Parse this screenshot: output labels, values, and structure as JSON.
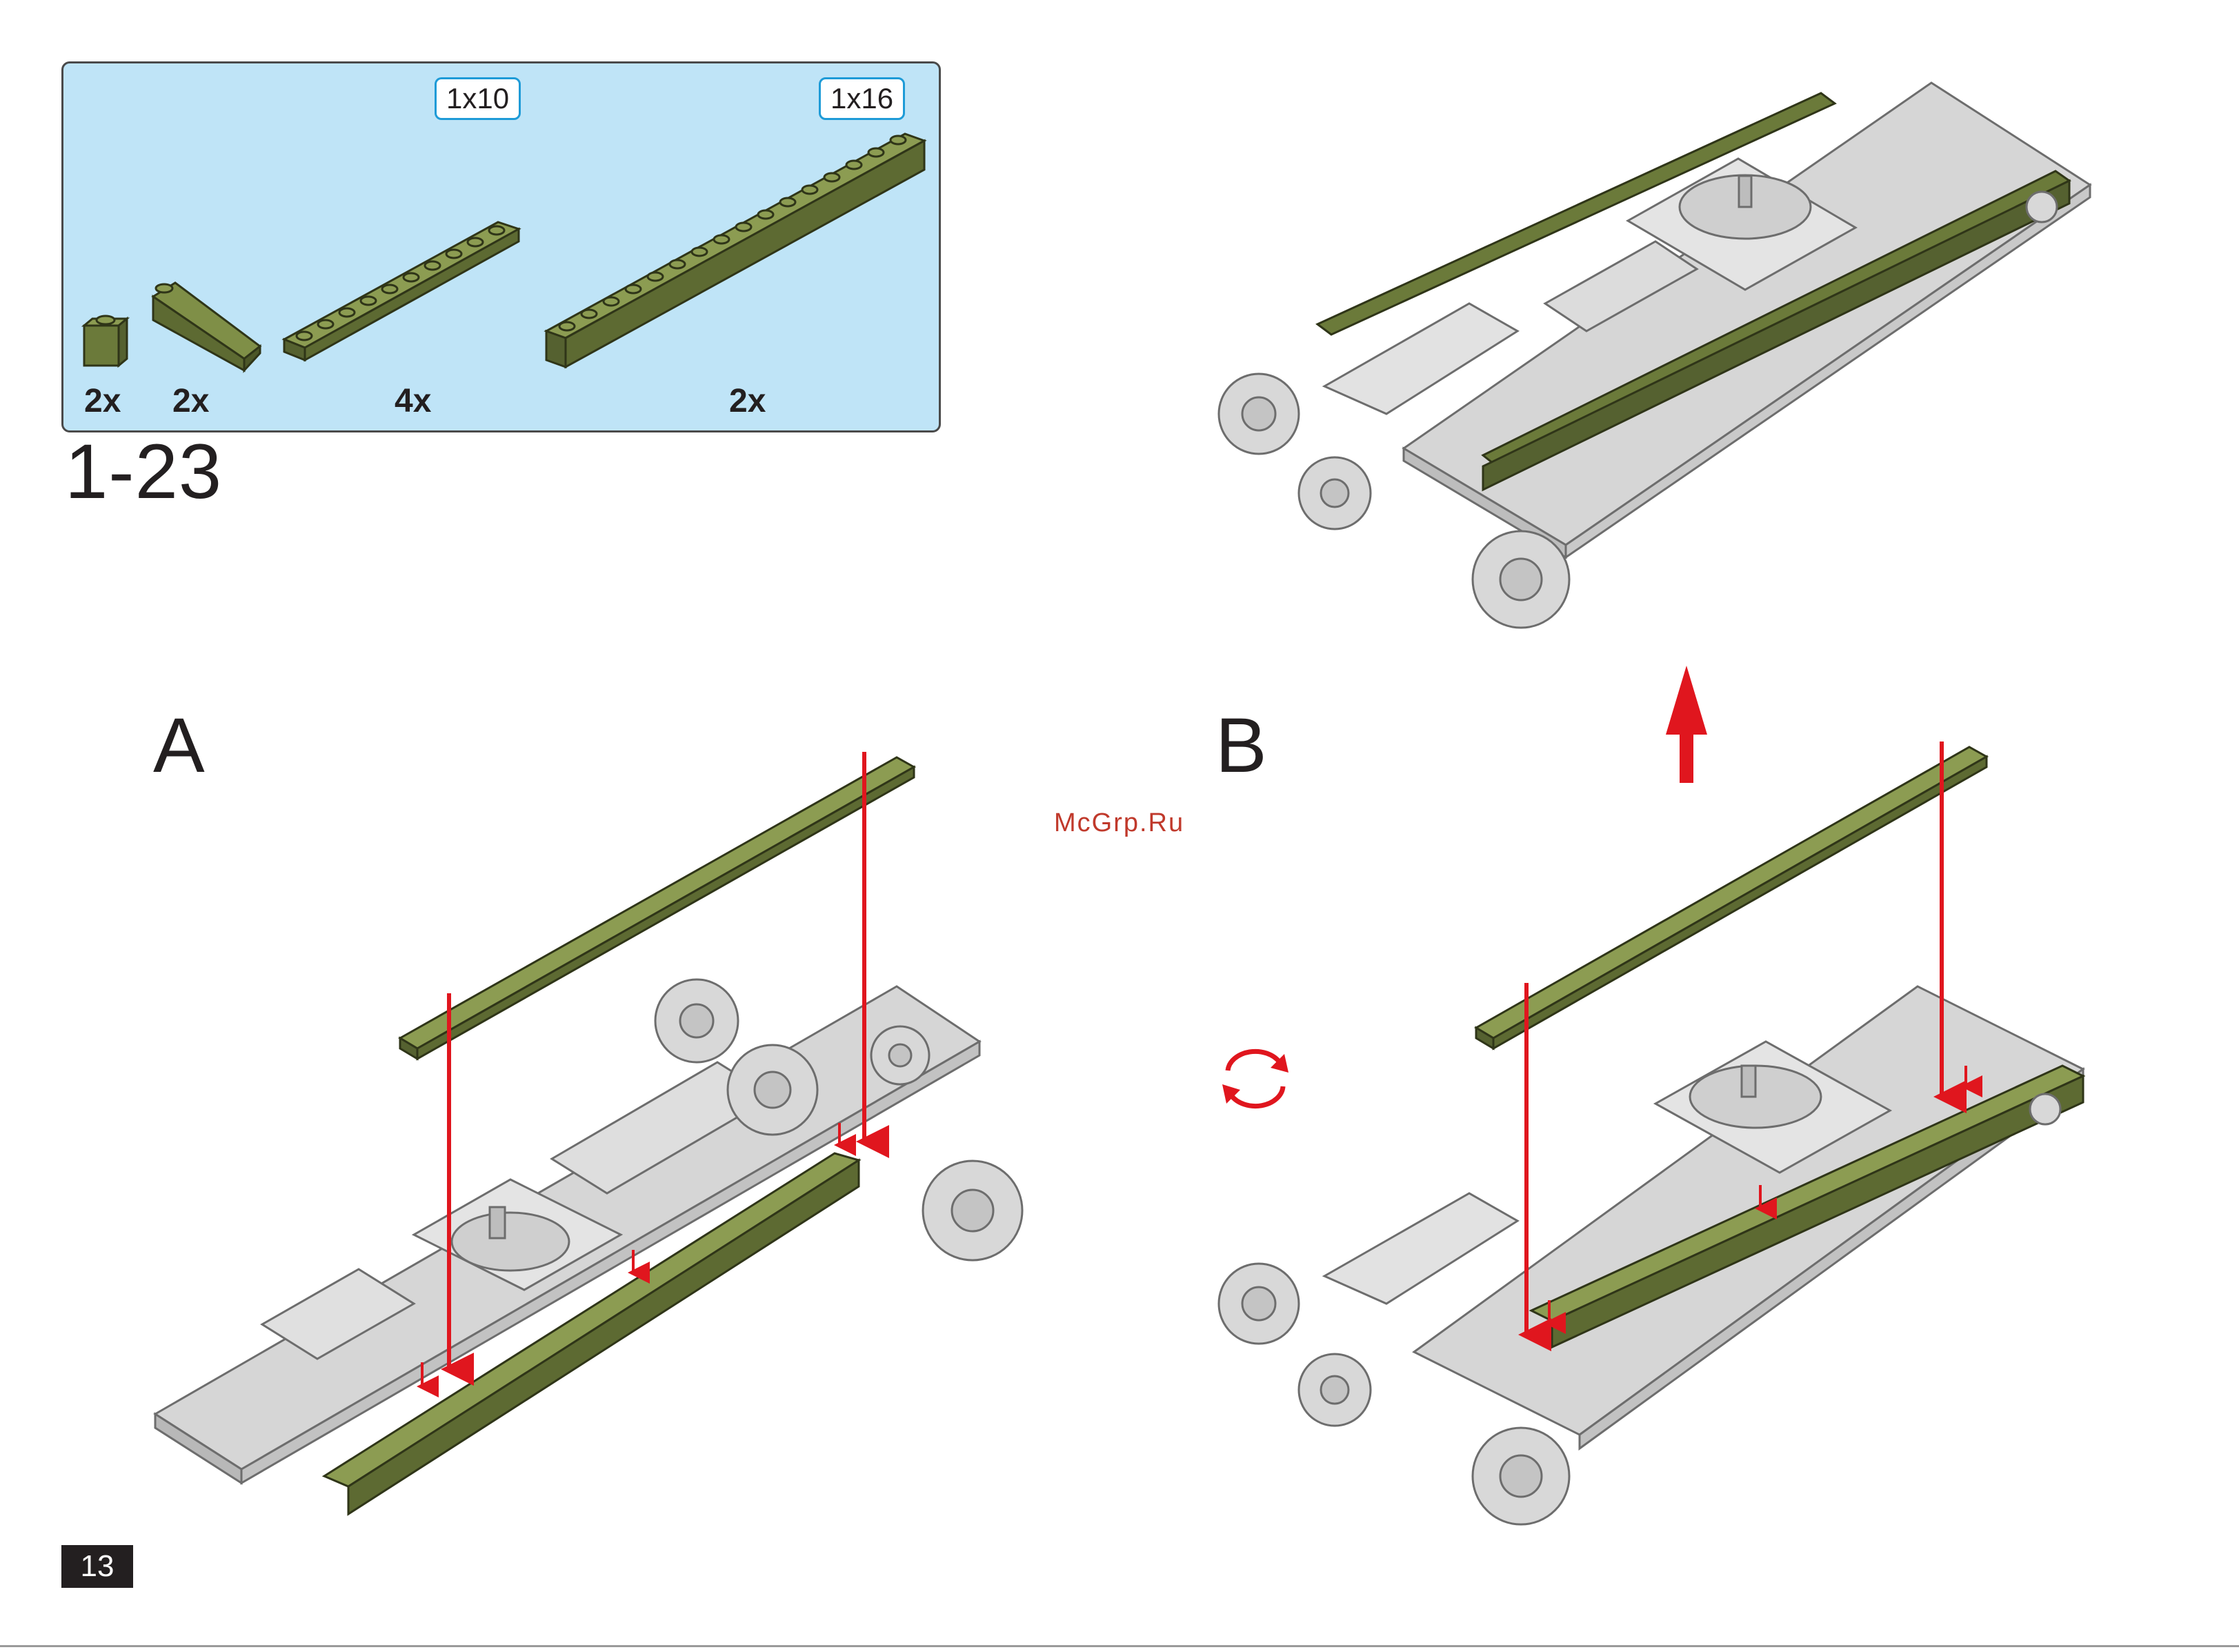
{
  "parts": {
    "lengths": [
      "1x10",
      "1x16"
    ],
    "quantities": [
      "2x",
      "2x",
      "4x",
      "2x"
    ]
  },
  "step": "1-23",
  "substeps": [
    "A",
    "B"
  ],
  "watermark": "McGrp.Ru",
  "page_number": "13",
  "colors": {
    "panel": "#bfe4f7",
    "brick_green": "#6b7a3a",
    "brick_grey": "#d6d6d6",
    "arrow_red": "#e0161e"
  },
  "icons": [
    "rotate-model-icon",
    "move-up-arrow-icon"
  ]
}
